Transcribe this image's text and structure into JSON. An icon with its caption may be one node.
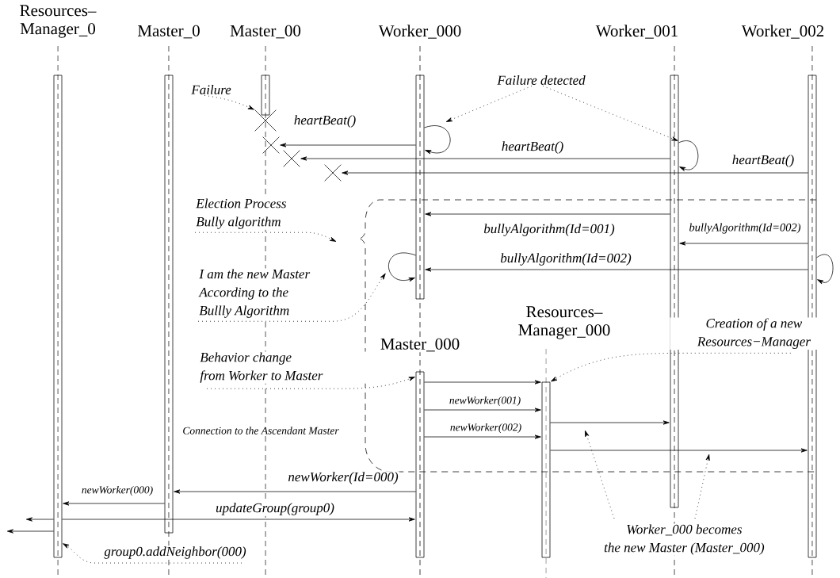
{
  "diagram": {
    "nodes": [
      {
        "text": [
          "Resources– Manager_0"
        ]
      },
      {
        "text": [
          "Master_0"
        ]
      },
      {
        "text": [
          "Master_00"
        ]
      },
      {
        "text": [
          "Worker_000"
        ]
      },
      {
        "text": [
          "Worker_001"
        ]
      },
      {
        "text": [
          "Worker_002"
        ]
      },
      {
        "text": [
          "Master_000"
        ]
      },
      {
        "text": [
          "Resources– Manager_000"
        ]
      },
      {
        "text": [],
        "shape": "cross"
      },
      {
        "text": [],
        "shape": "cross"
      },
      {
        "text": [],
        "shape": "cross"
      },
      {
        "text": [],
        "shape": "cross"
      },
      {
        "text": [
          "Failure"
        ]
      },
      {
        "text": [
          "Failure detected"
        ]
      },
      {
        "text": [
          "Election Process Bully algorithm"
        ]
      },
      {
        "text": [
          "I am the new Master According to the Bullly Algorithm"
        ]
      },
      {
        "text": [
          "Behavior change from Worker to Master"
        ]
      },
      {
        "text": [
          "Creation of a new Resources−Manager"
        ]
      },
      {
        "text": [
          "Worker_000 becomes the new Master (Master_000)"
        ]
      },
      {
        "text": [
          "group0.addNeighbor(000)"
        ]
      }
    ],
    "edges": [
      {
        "from": 3,
        "to": 9,
        "arrow": "to",
        "label": "heartBeat()"
      },
      {
        "from": 4,
        "to": 10,
        "arrow": "to",
        "label": "heartBeat()"
      },
      {
        "from": 5,
        "to": 11,
        "arrow": "to",
        "label": "heartBeat()"
      },
      {
        "from": 3,
        "to": 3,
        "arrow": "to"
      },
      {
        "from": 4,
        "to": 4,
        "arrow": "to"
      },
      {
        "from": 4,
        "to": 3,
        "arrow": "to",
        "label": "bullyAlgorithm(Id=001)"
      },
      {
        "from": 5,
        "to": 4,
        "arrow": "to",
        "label": "bullyAlgorithm(Id=002)"
      },
      {
        "from": 5,
        "to": 3,
        "arrow": "to",
        "label": "bullyAlgorithm(Id=002)"
      },
      {
        "from": 3,
        "to": 3,
        "arrow": "to"
      },
      {
        "from": 5,
        "to": 5,
        "arrow": "to"
      },
      {
        "from": 6,
        "to": 7,
        "arrow": "to"
      },
      {
        "from": 6,
        "to": 7,
        "arrow": "to",
        "label": "newWorker(001)"
      },
      {
        "from": 6,
        "to": 7,
        "arrow": "to",
        "label": "newWorker(002)"
      },
      {
        "from": 7,
        "to": 4,
        "arrow": "to"
      },
      {
        "from": 7,
        "to": 5,
        "arrow": "to"
      },
      {
        "from": 6,
        "to": 1,
        "arrow": "to",
        "label": "newWorker(Id=000)"
      },
      {
        "from": 1,
        "to": 0,
        "arrow": "to",
        "label": "newWorker(000)"
      },
      {
        "from": 0,
        "to": 6,
        "arrow": "to",
        "label": "updateGroup(group0)"
      },
      {
        "from": 0,
        "to": null,
        "arrow": "to"
      },
      {
        "from": 0,
        "to": null,
        "arrow": "to"
      },
      {
        "from": 12,
        "to": 8,
        "arrow": "to",
        "style": "dashed"
      },
      {
        "from": 13,
        "to": null,
        "arrow": "to",
        "style": "dashed"
      },
      {
        "from": 13,
        "to": 4,
        "arrow": "to",
        "style": "dashed"
      },
      {
        "from": 14,
        "to": null,
        "arrow": "to",
        "style": "dashed"
      },
      {
        "from": 15,
        "to": null,
        "arrow": "to",
        "style": "dashed"
      },
      {
        "from": 16,
        "to": 6,
        "arrow": "to",
        "style": "dashed"
      },
      {
        "from": 17,
        "to": 7,
        "arrow": "to",
        "style": "dashed"
      },
      {
        "from": 18,
        "to": null,
        "arrow": "to",
        "style": "dashed"
      },
      {
        "from": 18,
        "to": null,
        "arrow": "to",
        "style": "dashed"
      },
      {
        "from": 19,
        "to": 0,
        "arrow": "to",
        "style": "dashed"
      }
    ],
    "labels": [
      "Connection to the Ascendant Master"
    ]
  }
}
